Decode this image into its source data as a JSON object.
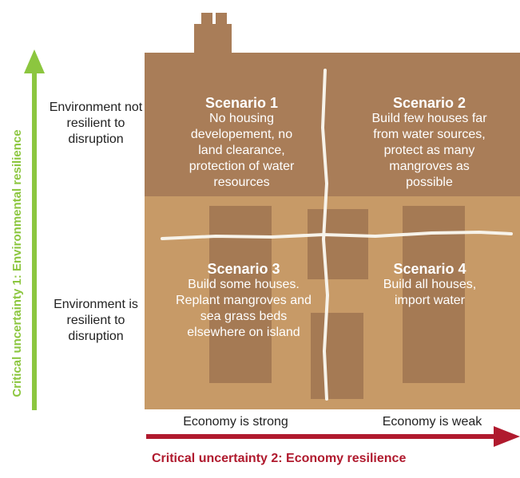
{
  "colors": {
    "roof_brown": "#a97d58",
    "wall_tan": "#c79a67",
    "window_brown": "#a57a54",
    "chalk_white": "#f7f3ea",
    "green_arrow": "#8cc63f",
    "red_arrow": "#b01a2e"
  },
  "axes": {
    "vertical_label": "Critical uncertainty 1: Environmental resilience",
    "horizontal_label": "Critical uncertainty 2: Economy resilience"
  },
  "row_labels": {
    "top": "Environment not resilient to disruption",
    "bottom": "Environment is resilient to disruption"
  },
  "column_labels": {
    "left": "Economy is strong",
    "right": "Economy is weak"
  },
  "scenarios": [
    {
      "title": "Scenario 1",
      "line1": "No housing",
      "line2": "developement, no",
      "line3": "land clearance,",
      "line4": "protection of water",
      "line5": "resources"
    },
    {
      "title": "Scenario 2",
      "line1": "Build few houses far",
      "line2": "from water sources,",
      "line3": "protect as many",
      "line4": "mangroves as",
      "line5": "possible"
    },
    {
      "title": "Scenario 3",
      "line1": "Build some houses.",
      "line2": "Replant mangroves and",
      "line3": "sea grass beds",
      "line4": "elsewhere on island"
    },
    {
      "title": "Scenario 4",
      "line1": "Build all houses,",
      "line2": "import water"
    }
  ]
}
